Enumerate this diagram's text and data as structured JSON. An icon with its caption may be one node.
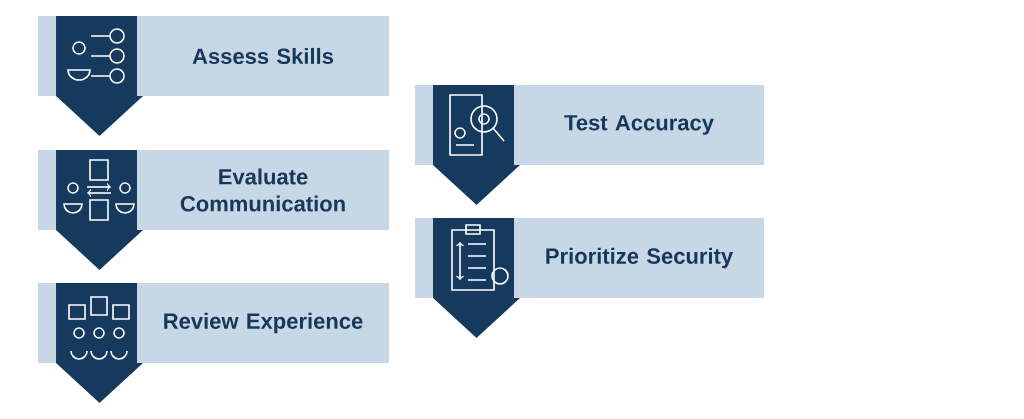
{
  "diagram": {
    "nodes": [
      {
        "text": [
          "Assess Skills"
        ]
      },
      {
        "text": [
          "Evaluate Communication"
        ]
      },
      {
        "text": [
          "Review Experience"
        ]
      },
      {
        "text": [
          "Test Accuracy"
        ]
      },
      {
        "text": [
          "Prioritize Security"
        ]
      }
    ]
  }
}
